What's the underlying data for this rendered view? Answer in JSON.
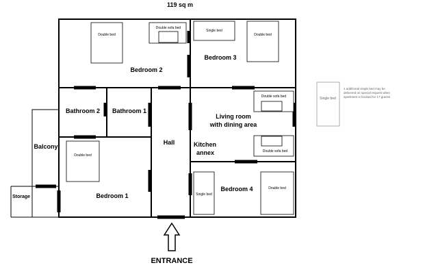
{
  "header": {
    "area": "119 sq m"
  },
  "rooms": {
    "bedroom2": "Bedroom 2",
    "bedroom3": "Bedroom 3",
    "bathroom2": "Bathroom 2",
    "bathroom1": "Bathroom 1",
    "hall": "Hall",
    "living_line1": "Living room",
    "living_line2": "with dining area",
    "kitchen_line1": "Kitchen",
    "kitchen_line2": "annex",
    "balcony": "Balcony",
    "bedroom1": "Bedroom 1",
    "storage": "Storage",
    "bedroom4": "Bedroom 4"
  },
  "furniture": {
    "double_bed": "Double bed",
    "double_sofa_bed": "Double sofa bed",
    "single_bed": "Single bed"
  },
  "side_note": {
    "bed_label": "Single bed",
    "line1": "1 additional single bed may be",
    "line2": "delivered on special request when",
    "line3": "apartment is booked for 17 guests"
  },
  "entrance": {
    "label": "ENTRANCE"
  }
}
